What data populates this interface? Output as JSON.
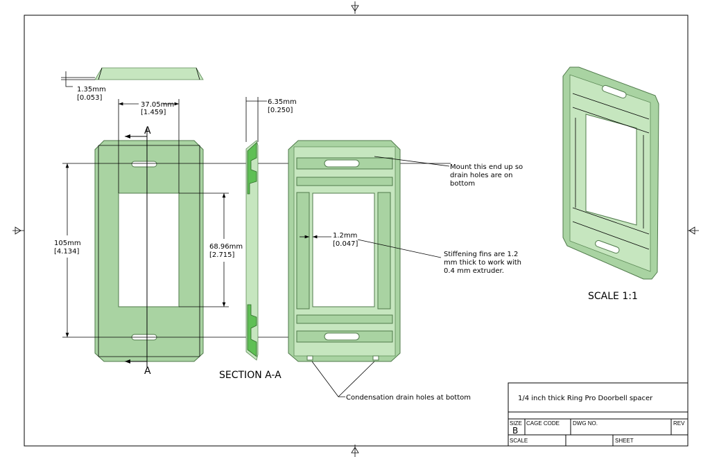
{
  "views": {
    "top_thickness": {
      "mm": "1.35mm",
      "in": "[0.053]"
    },
    "width_dim": {
      "mm": "37.05mm",
      "in": "[1.459]"
    },
    "height_dim": {
      "mm": "105mm",
      "in": "[4.134]"
    },
    "window_dim": {
      "mm": "68.96mm",
      "in": "[2.715]"
    },
    "depth_dim": {
      "mm": "6.35mm",
      "in": "[0.250]"
    },
    "fin_dim": {
      "mm": "1.2mm",
      "in": "[0.047]"
    },
    "section_marker": "A",
    "section_label": "SECTION A-A",
    "scale_label": "SCALE 1:1"
  },
  "notes": {
    "mount": [
      "Mount this end up so",
      "drain holes are on",
      "bottom"
    ],
    "fins": [
      "Stiffening fins are 1.2",
      "mm thick to work with",
      "0.4 mm extruder."
    ],
    "drain": "Condensation drain holes at bottom"
  },
  "title_block": {
    "title": "1/4 inch thick Ring Pro Doorbell spacer",
    "size_label": "SIZE",
    "size_value": "B",
    "cage_code_label": "CAGE CODE",
    "dwg_no_label": "DWG NO.",
    "rev_label": "REV",
    "scale_label": "SCALE",
    "sheet_label": "SHEET"
  },
  "colors": {
    "part": "#a9d3a2",
    "edge": "#4f7a4a"
  }
}
